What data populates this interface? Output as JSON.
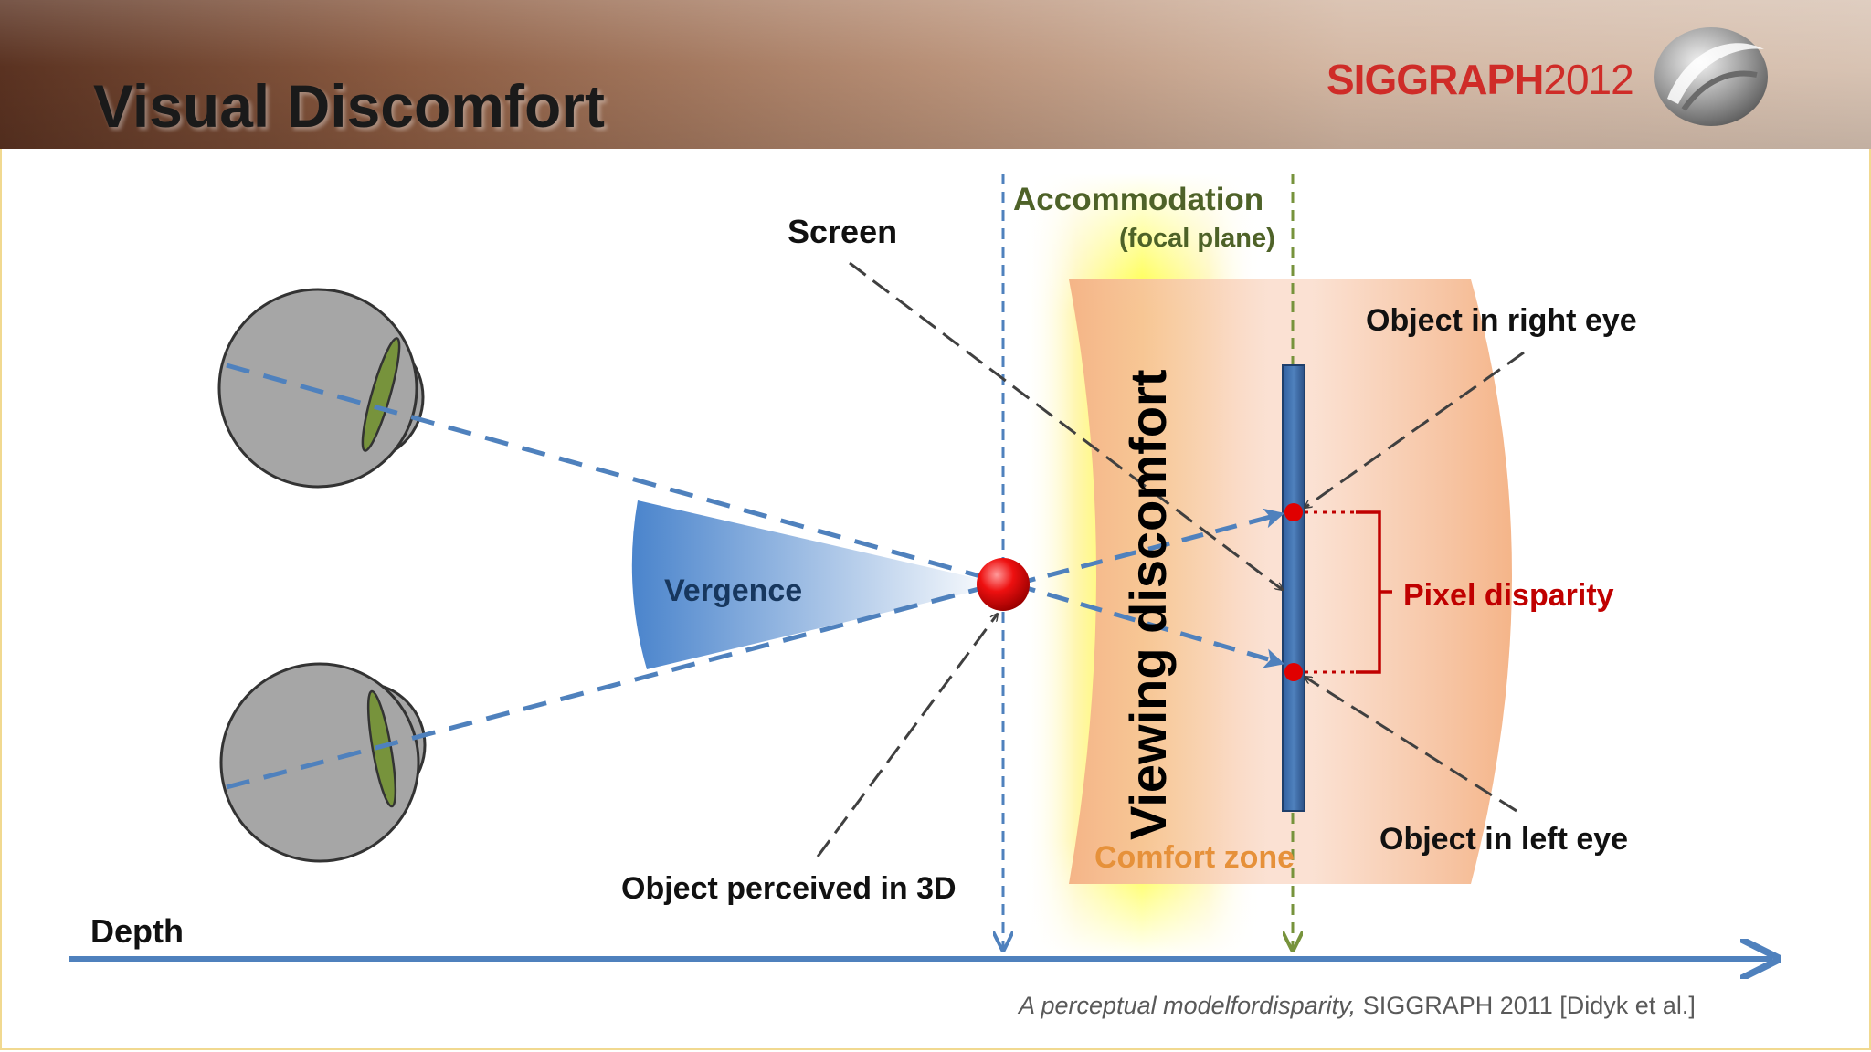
{
  "slide": {
    "title": "Visual Discomfort",
    "brand": {
      "name": "SIGGRAPH",
      "year": "2012"
    }
  },
  "diagram": {
    "labels": {
      "screen": "Screen",
      "accommodation": "Accommodation",
      "focal_plane": "(focal plane)",
      "viewing_discomfort": "Viewing discomfort",
      "object_right_eye": "Object in right eye",
      "object_left_eye": "Object in left eye",
      "pixel_disparity": "Pixel disparity",
      "vergence": "Vergence",
      "comfort_zone": "Comfort zone",
      "object_perceived": "Object perceived in 3D",
      "depth": "Depth"
    },
    "colors": {
      "eye_fill": "#a6a6a6",
      "lens": "#77933c",
      "sight_line": "#4f81bd",
      "screen_line": "#4f81bd",
      "accommodation_line": "#77933c",
      "object": "#e00000",
      "disparity": "#c00000",
      "comfort_zone": "#f4b183",
      "viewing_discomfort_band": "#ffff00",
      "depth_axis": "#4f81bd"
    }
  },
  "citation": {
    "title": "A perceptual modelfordisparity,",
    "venue": " SIGGRAPH 2011 [Didyk et al.]"
  }
}
